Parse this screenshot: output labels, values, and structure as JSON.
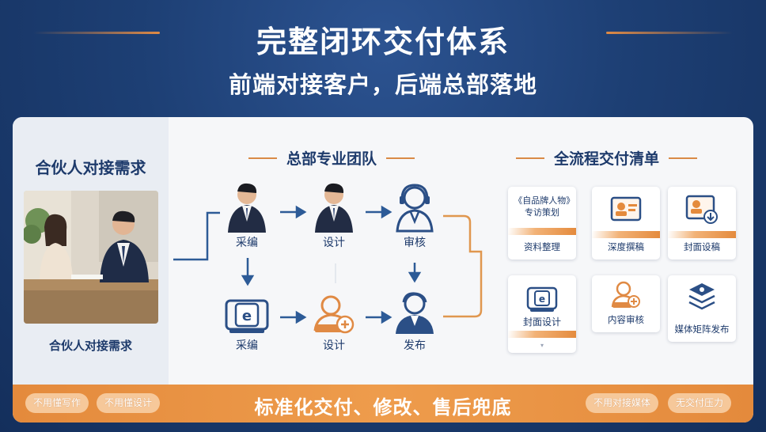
{
  "header": {
    "title": "完整闭环交付体系",
    "subtitle": "前端对接客户，后端总部落地"
  },
  "partner": {
    "title": "合伙人对接需求",
    "caption": "合伙人对接需求"
  },
  "team": {
    "title": "总部专业团队",
    "nodes": {
      "editor_person": "采编",
      "designer_person": "设计",
      "reviewer_person": "审核",
      "editor_icon": "采编",
      "designer_icon": "设计",
      "publish_icon": "发布"
    }
  },
  "checklist": {
    "title": "全流程交付清单",
    "tiles": [
      {
        "label": "资料整理",
        "card_text": "《自品牌人物》专访策划"
      },
      {
        "label": "深度撰稿"
      },
      {
        "label": "封面设稿"
      },
      {
        "label": "封面设计"
      },
      {
        "label": "内容审核"
      },
      {
        "label": "媒体矩阵发布"
      }
    ]
  },
  "footer": {
    "slogan": "标准化交付、修改、售后兜底",
    "tags_left": [
      "不用懂写作",
      "不用懂设计"
    ],
    "tags_right": [
      "不用对接媒体",
      "无交付压力"
    ]
  },
  "colors": {
    "navy": "#1d3a6b",
    "orange": "#e48a3c",
    "background": "#1d3f74"
  },
  "icons": [
    "person-icon",
    "headset-icon",
    "document-icon",
    "profile-card-icon",
    "stack-icon",
    "arrow-icon"
  ]
}
